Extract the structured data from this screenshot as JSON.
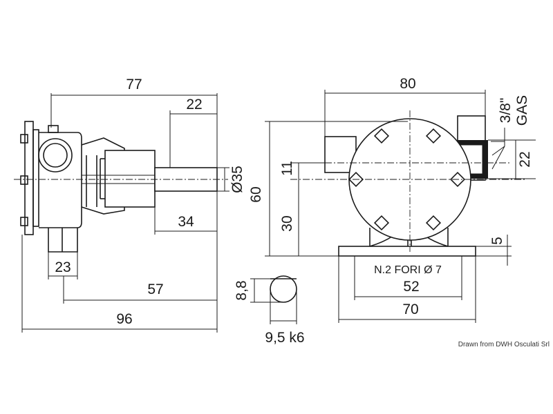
{
  "dimensions": {
    "d77": "77",
    "d22_top": "22",
    "d35": "Ø35",
    "d34": "34",
    "d23": "23",
    "d57": "57",
    "d96": "96",
    "d88": "8,8",
    "d95": "9,5 k6",
    "d80": "80",
    "d60": "60",
    "d11": "11",
    "d30": "30",
    "d38": "3/8\"",
    "gas": "GAS",
    "d22_right": "22",
    "d5": "5",
    "holes": "N.2 FORI Ø 7",
    "d52": "52",
    "d70": "70"
  },
  "credit": "Drawn from DWH Osculati Srl"
}
